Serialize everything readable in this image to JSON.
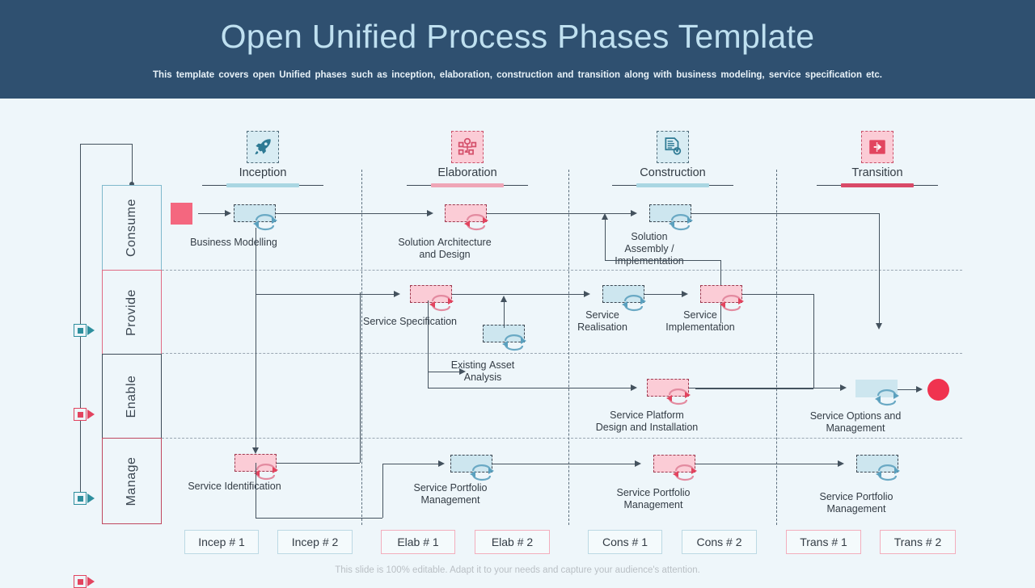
{
  "header": {
    "title": "Open Unified Process Phases Template",
    "subtitle": "This template covers open Unified phases such as inception, elaboration, construction and transition along with business modeling, service specification etc.",
    "bg_color": "#2f5070",
    "title_color": "#bfe0f0"
  },
  "colors": {
    "canvas_bg": "#eef6fa",
    "blue": "#cde6ef",
    "blue_accent": "#7fb8cc",
    "pink": "#fbccd6",
    "pink_accent": "#e06b84",
    "red": "#f0334f",
    "line": "#44525e"
  },
  "lanes": [
    {
      "label": "Consume",
      "accent": "#7fb8cc",
      "marker": "teal"
    },
    {
      "label": "Provide",
      "accent": "#e06b84",
      "marker": "pink"
    },
    {
      "label": "Enable",
      "accent": "#3d4a57",
      "marker": "teal"
    },
    {
      "label": "Manage",
      "accent": "#c0475f",
      "marker": "pink"
    }
  ],
  "phases": [
    {
      "name": "Inception",
      "icon": "rocket-icon",
      "icon_style": "blue",
      "rule_color": "#a9d6e2"
    },
    {
      "name": "Elaboration",
      "icon": "sitemap-icon",
      "icon_style": "pink",
      "rule_color": "#efa6b7"
    },
    {
      "name": "Construction",
      "icon": "document-gear-icon",
      "icon_style": "blue",
      "rule_color": "#a9d6e2"
    },
    {
      "name": "Transition",
      "icon": "transfer-icon",
      "icon_style": "pink",
      "rule_color": "#d94a68"
    }
  ],
  "nodes": [
    {
      "id": "business-modelling",
      "label": "Business Modelling",
      "style": "blue"
    },
    {
      "id": "solution-architecture",
      "label": "Solution Architecture\nand Design",
      "style": "pink"
    },
    {
      "id": "solution-assembly",
      "label": "Solution\nAssembly /\nImplementation",
      "style": "blue"
    },
    {
      "id": "service-specification",
      "label": "Service Specification",
      "style": "pink"
    },
    {
      "id": "existing-asset-analysis",
      "label": "Existing Asset\nAnalysis",
      "style": "blue"
    },
    {
      "id": "service-realisation",
      "label": "Service\nRealisation",
      "style": "blue"
    },
    {
      "id": "service-implementation",
      "label": "Service\nImplementation",
      "style": "pink"
    },
    {
      "id": "service-platform-design",
      "label": "Service Platform\nDesign and Installation",
      "style": "pink"
    },
    {
      "id": "service-options",
      "label": "Service Options and\nManagement",
      "style": "plainblue"
    },
    {
      "id": "service-identification",
      "label": "Service Identification",
      "style": "pink"
    },
    {
      "id": "service-portfolio-1",
      "label": "Service Portfolio\nManagement",
      "style": "blue"
    },
    {
      "id": "service-portfolio-2",
      "label": "Service Portfolio\nManagement",
      "style": "pink"
    },
    {
      "id": "service-portfolio-3",
      "label": "Service Portfolio\nManagement",
      "style": "blue"
    }
  ],
  "tags": [
    {
      "label": "Incep # 1",
      "style": "blue"
    },
    {
      "label": "Incep # 2",
      "style": "blue"
    },
    {
      "label": "Elab # 1",
      "style": "pink"
    },
    {
      "label": "Elab # 2",
      "style": "pink"
    },
    {
      "label": "Cons # 1",
      "style": "blue"
    },
    {
      "label": "Cons # 2",
      "style": "blue"
    },
    {
      "label": "Trans # 1",
      "style": "pink"
    },
    {
      "label": "Trans # 2",
      "style": "pink"
    }
  ],
  "footer": "This slide is 100% editable. Adapt it to your needs and capture your audience's attention."
}
